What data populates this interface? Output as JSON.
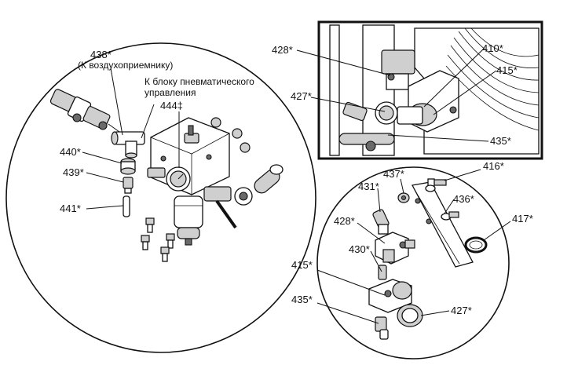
{
  "labels": {
    "l438": "438*",
    "l438_note": "(К воздухоприемнику)",
    "pneumatic_1": "К блоку пневматического",
    "pneumatic_2": "управления",
    "l444": "444‡",
    "l440": "440*",
    "l439": "439*",
    "l441": "441*",
    "l428_top": "428*",
    "l427_top": "427*",
    "l410": "410*",
    "l415_top": "415*",
    "l435_top": "435*",
    "l437": "437*",
    "l416": "416*",
    "l431": "431*",
    "l436": "436*",
    "l428_bot": "428*",
    "l417": "417*",
    "l430": "430*",
    "l415_bot": "415*",
    "l435_bot": "435*",
    "l427_bot": "427*"
  }
}
